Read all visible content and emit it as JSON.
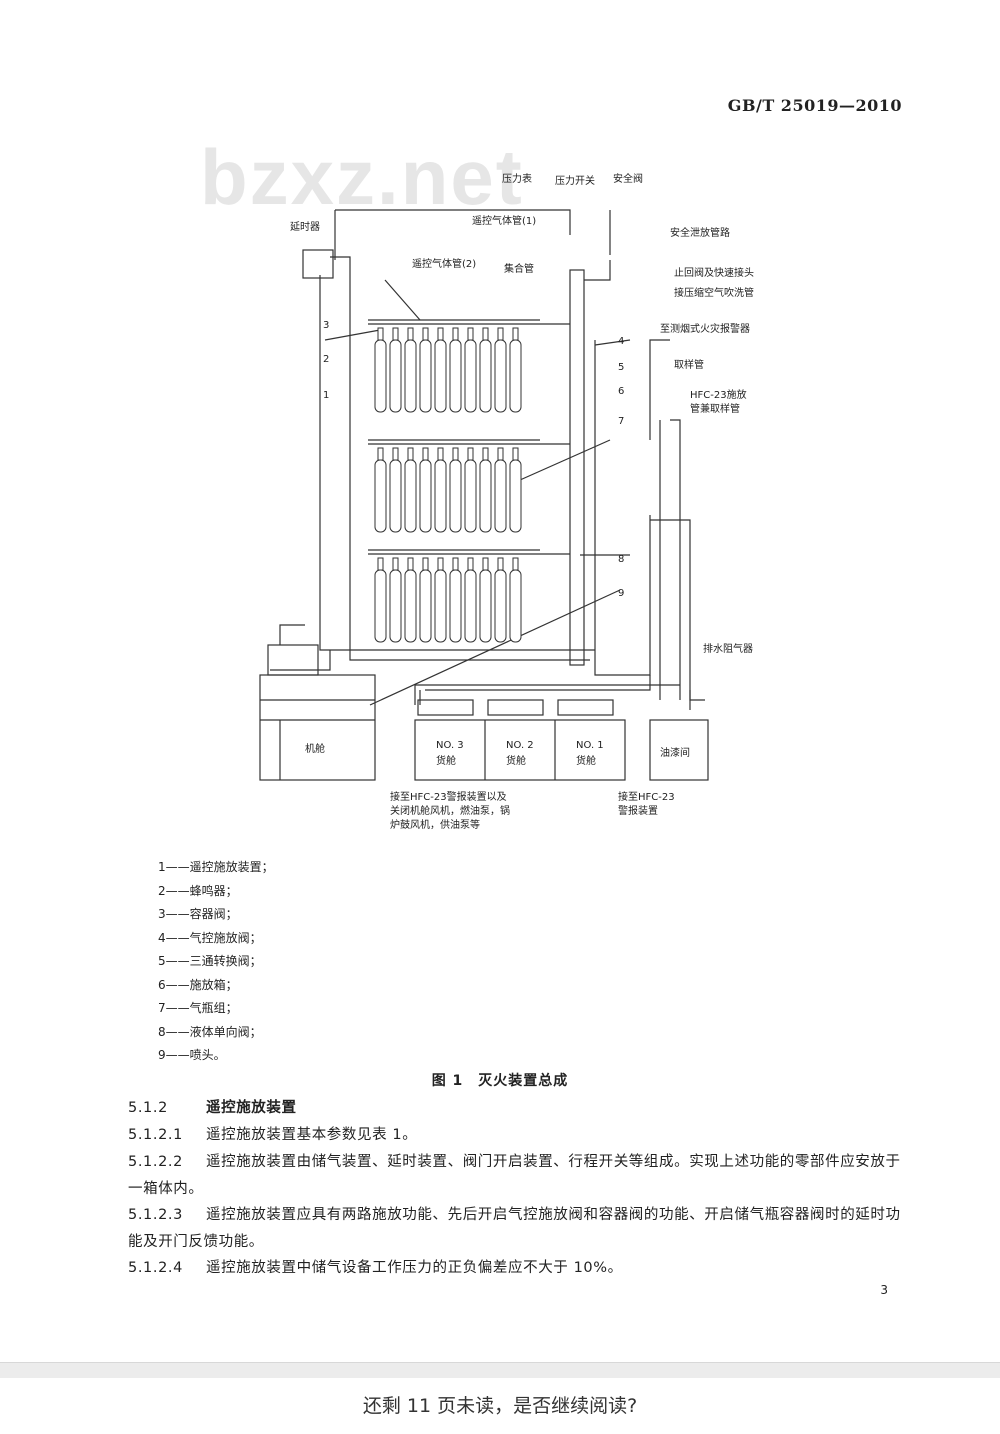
{
  "header": {
    "standard_code": "GB/T 25019—2010"
  },
  "watermark": "bzxz.net",
  "diagram": {
    "labels": {
      "pressure_gauge": "压力表",
      "pressure_switch": "压力开关",
      "safety_valve": "安全阀",
      "remote_gas_pipe_1": "遥控气体管(1)",
      "remote_gas_pipe_2": "遥控气体管(2)",
      "delay": "延时器",
      "manifold": "集合管",
      "safety_release": "安全泄放管路",
      "check_valve_connector": "止回阀及快速接头",
      "compressed_air": "接压缩空气吹洗管",
      "smoke_detector": "至测烟式火灾报警器",
      "sampling_pipe": "取样管",
      "hfc_pipe_1": "HFC-23施放",
      "hfc_pipe_2": "管兼取样管",
      "drain": "排水阻气器",
      "cargo3_a": "NO. 3",
      "cargo3_b": "货舱",
      "cargo2_a": "NO. 2",
      "cargo2_b": "货舱",
      "cargo1_a": "NO. 1",
      "cargo1_b": "货舱",
      "paint_room": "油漆间",
      "engine_room": "机舱",
      "note_left_1": "接至HFC-23警报装置以及",
      "note_left_2": "关闭机舱风机，燃油泵，锅",
      "note_left_3": "炉鼓风机，供油泵等",
      "note_right_1": "接至HFC-23",
      "note_right_2": "警报装置",
      "n1": "1",
      "n2": "2",
      "n3": "3",
      "n4": "4",
      "n5": "5",
      "n6": "6",
      "n7": "7",
      "n8": "8",
      "n9": "9"
    }
  },
  "legend": [
    "1——遥控施放装置；",
    "2——蜂鸣器；",
    "3——容器阀；",
    "4——气控施放阀；",
    "5——三通转换阀；",
    "6——施放箱；",
    "7——气瓶组；",
    "8——液体单向阀；",
    "9——喷头。"
  ],
  "figure_caption": "图 1　灭火装置总成",
  "section": {
    "heading_num": "5.1.2",
    "heading": "遥控施放装置",
    "paragraphs": [
      {
        "num": "5.1.2.1",
        "text": "遥控施放装置基本参数见表 1。"
      },
      {
        "num": "5.1.2.2",
        "text": "遥控施放装置由储气装置、延时装置、阀门开启装置、行程开关等组成。实现上述功能的零部件应安放于一箱体内。"
      },
      {
        "num": "5.1.2.3",
        "text": "遥控施放装置应具有两路施放功能、先后开启气控施放阀和容器阀的功能、开启储气瓶容器阀时的延时功能及开门反馈功能。"
      },
      {
        "num": "5.1.2.4",
        "text": "遥控施放装置中储气设备工作压力的正负偏差应不大于 10%。"
      }
    ]
  },
  "page_number": "3",
  "continue_prompt": "还剩 11 页未读，是否继续阅读?"
}
